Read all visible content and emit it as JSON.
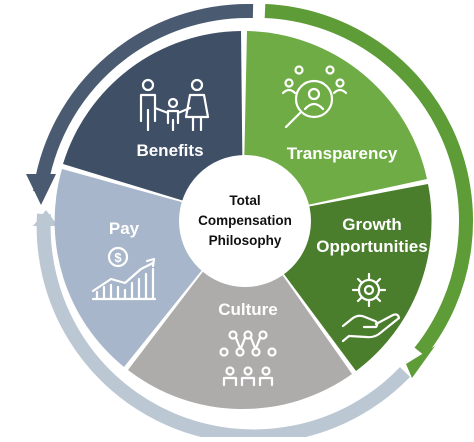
{
  "center": {
    "lines": [
      "Total",
      "Compensation",
      "Philosophy"
    ]
  },
  "segments": [
    {
      "key": "benefits",
      "label_lines": [
        "Benefits"
      ],
      "icon": "family-icon",
      "color": "#3f4f66"
    },
    {
      "key": "transparency",
      "label_lines": [
        "Transparency"
      ],
      "icon": "magnifier-person-icon",
      "color": "#6fac45"
    },
    {
      "key": "growth",
      "label_lines": [
        "Growth",
        "Opportunities"
      ],
      "icon": "gear-hand-icon",
      "color": "#4a7d2c"
    },
    {
      "key": "culture",
      "label_lines": [
        "Culture"
      ],
      "icon": "people-network-icon",
      "color": "#aeabab"
    },
    {
      "key": "pay",
      "label_lines": [
        "Pay"
      ],
      "icon": "dollar-growth-chart-icon",
      "color": "#a7b6ca"
    }
  ],
  "ring": {
    "left_arrow_color": "#4a5a71",
    "right_arrow_color": "#5d9c36",
    "bottom_arrow_color": "#bcc7d4"
  }
}
